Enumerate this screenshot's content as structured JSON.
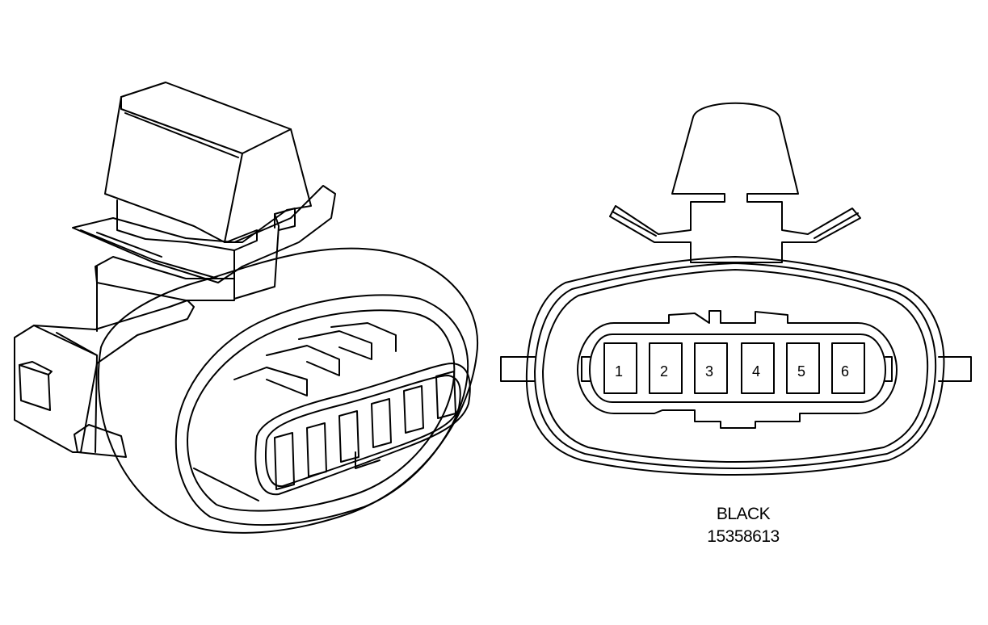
{
  "connector": {
    "color_label": "BLACK",
    "part_number": "15358613",
    "terminals": [
      "1",
      "2",
      "3",
      "4",
      "5",
      "6"
    ]
  },
  "colors": {
    "line": "#000000",
    "background": "#ffffff"
  }
}
